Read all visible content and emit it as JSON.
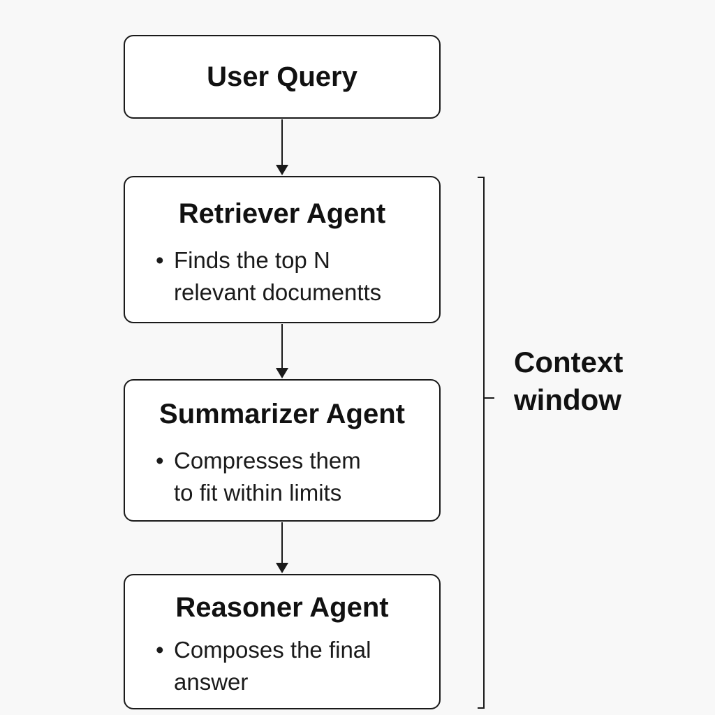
{
  "nodes": {
    "user_query": {
      "title": "User Query"
    },
    "retriever": {
      "title": "Retriever Agent",
      "bullet_line1": "Finds the top N",
      "bullet_line2": "relevant documentts"
    },
    "summarizer": {
      "title": "Summarizer Agent",
      "bullet_line1": "Compresses them",
      "bullet_line2": "to fit within limits"
    },
    "reasoner": {
      "title": "Reasoner Agent",
      "bullet_line1": "Composes the final",
      "bullet_line2": "answer"
    }
  },
  "bullet_symbol": "•",
  "bracket_label": {
    "line1": "Context",
    "line2": "window"
  },
  "edges": [
    {
      "from": "User Query",
      "to": "Retriever Agent"
    },
    {
      "from": "Retriever Agent",
      "to": "Summarizer Agent"
    },
    {
      "from": "Summarizer Agent",
      "to": "Reasoner Agent"
    }
  ],
  "colors": {
    "stroke": "#1a1a1a",
    "box_fill": "#ffffff",
    "background": "#f8f8f8",
    "text": "#111111"
  }
}
